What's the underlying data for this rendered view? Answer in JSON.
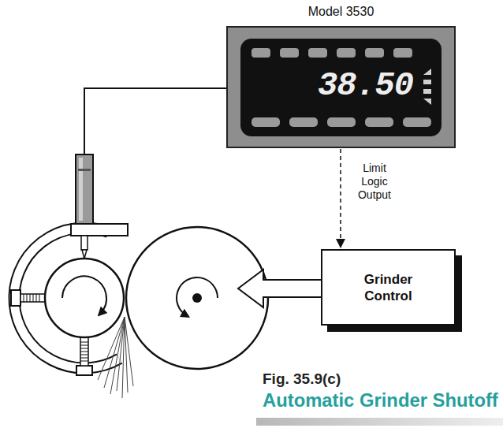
{
  "diagram": {
    "title": "Automatic Grinder Shutoff",
    "caption": "Fig. 35.9(c)",
    "nodes": [
      {
        "text": [
          "Model 3530",
          "38.50"
        ]
      },
      {
        "text": [
          "Grinder Control"
        ]
      }
    ],
    "edges": [
      {
        "from": 0,
        "to": 1,
        "label": "Limit Logic Output",
        "arrow": "to"
      }
    ]
  }
}
